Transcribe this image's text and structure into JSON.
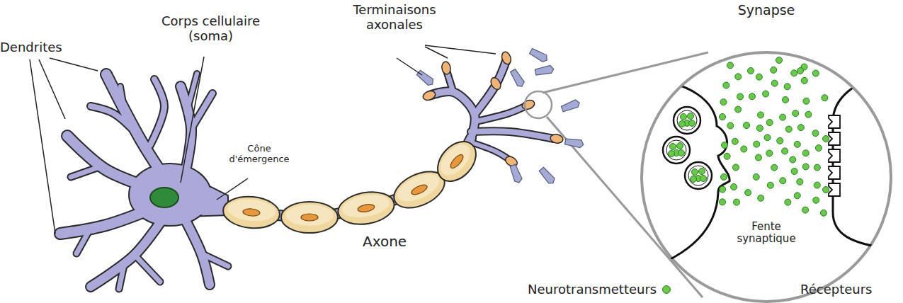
{
  "diagram": {
    "nodes": [
      {
        "text": [
          "Synapse",
          "Fente synaptique"
        ]
      }
    ],
    "labels": [
      "Dendrites",
      "Corps cellulaire (soma)",
      "Terminaisons axonales",
      "Cône d'émergence",
      "Axone"
    ],
    "legend": [
      {
        "text": "Neurotransmetteurs",
        "color": "#66cc44"
      },
      {
        "text": "Récepteurs"
      }
    ]
  }
}
